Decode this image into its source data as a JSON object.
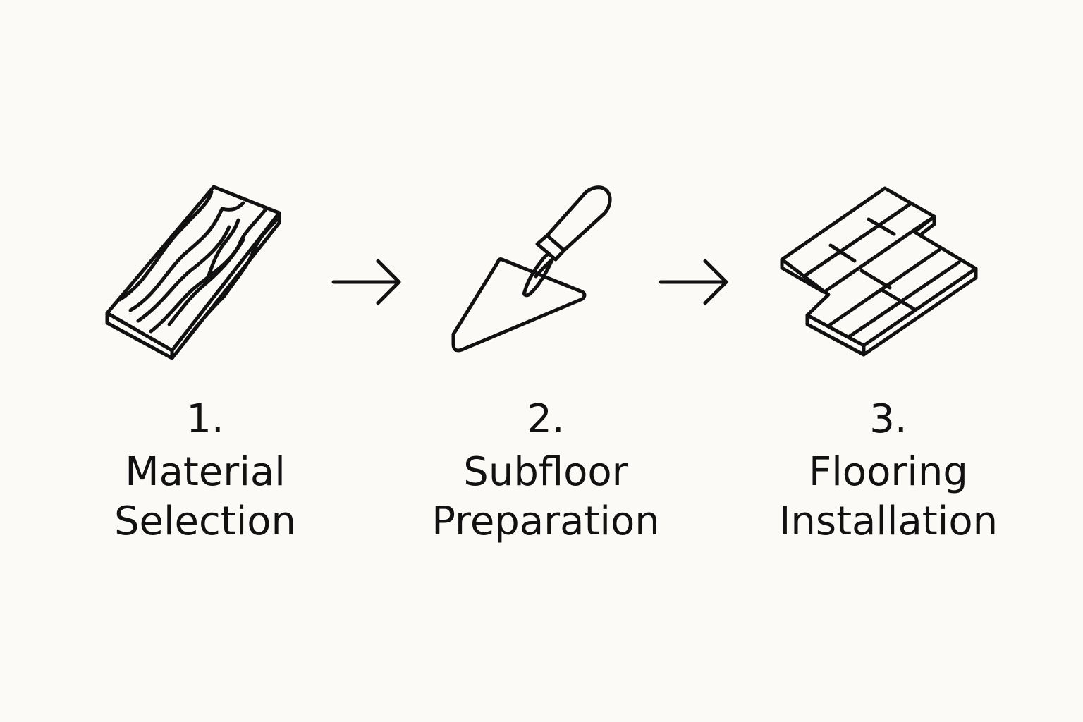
{
  "steps": [
    {
      "number": "1.",
      "title_line1": "Material",
      "title_line2": "Selection",
      "icon": "wood-plank-icon"
    },
    {
      "number": "2.",
      "title_line1": "Subfloor",
      "title_line2": "Preparation",
      "icon": "trowel-icon"
    },
    {
      "number": "3.",
      "title_line1": "Flooring",
      "title_line2": "Installation",
      "icon": "floor-tiles-icon"
    }
  ],
  "connectors": [
    "arrow-right-icon",
    "arrow-right-icon"
  ],
  "colors": {
    "background": "#fbfaf6",
    "ink": "#111111"
  }
}
